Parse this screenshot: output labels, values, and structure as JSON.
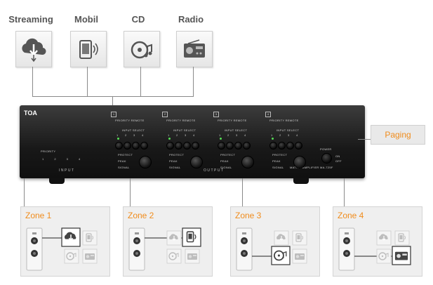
{
  "sources": [
    {
      "label": "Streaming",
      "icon": "cloud-download-icon"
    },
    {
      "label": "Mobil",
      "icon": "mobile-phone-icon"
    },
    {
      "label": "CD",
      "icon": "cd-icon"
    },
    {
      "label": "Radio",
      "icon": "radio-icon"
    }
  ],
  "amplifier": {
    "brand": "TOA",
    "input_label": "INPUT",
    "output_label": "OUTPUT",
    "priority_label": "PRIORITY",
    "priority_remote_label": "PRIORITY  REMOTE",
    "input_select_label": "INPUT SELECT",
    "protect_label": "PROTECT",
    "peak_label": "PEAK",
    "signal_label": "SIGNAL",
    "power_label": "POWER",
    "on_label": "ON",
    "off_label": "OFF",
    "model_label": "MATRIX AMPLIFIER MA-725F",
    "channels": [
      "1",
      "2",
      "3",
      "4"
    ],
    "input_numbers": [
      "1",
      "2",
      "3",
      "4"
    ]
  },
  "paging": {
    "label": "Paging"
  },
  "zones": [
    {
      "label": "Zone 1",
      "selected": "cloud-download-icon"
    },
    {
      "label": "Zone 2",
      "selected": "mobile-phone-icon"
    },
    {
      "label": "Zone 3",
      "selected": "cd-icon"
    },
    {
      "label": "Zone 4",
      "selected": "radio-icon"
    }
  ],
  "colors": {
    "accent": "#f08c1c",
    "amp_body": "#1a1a1a",
    "led": "#55dd55",
    "tile": "#e9e9e9"
  }
}
